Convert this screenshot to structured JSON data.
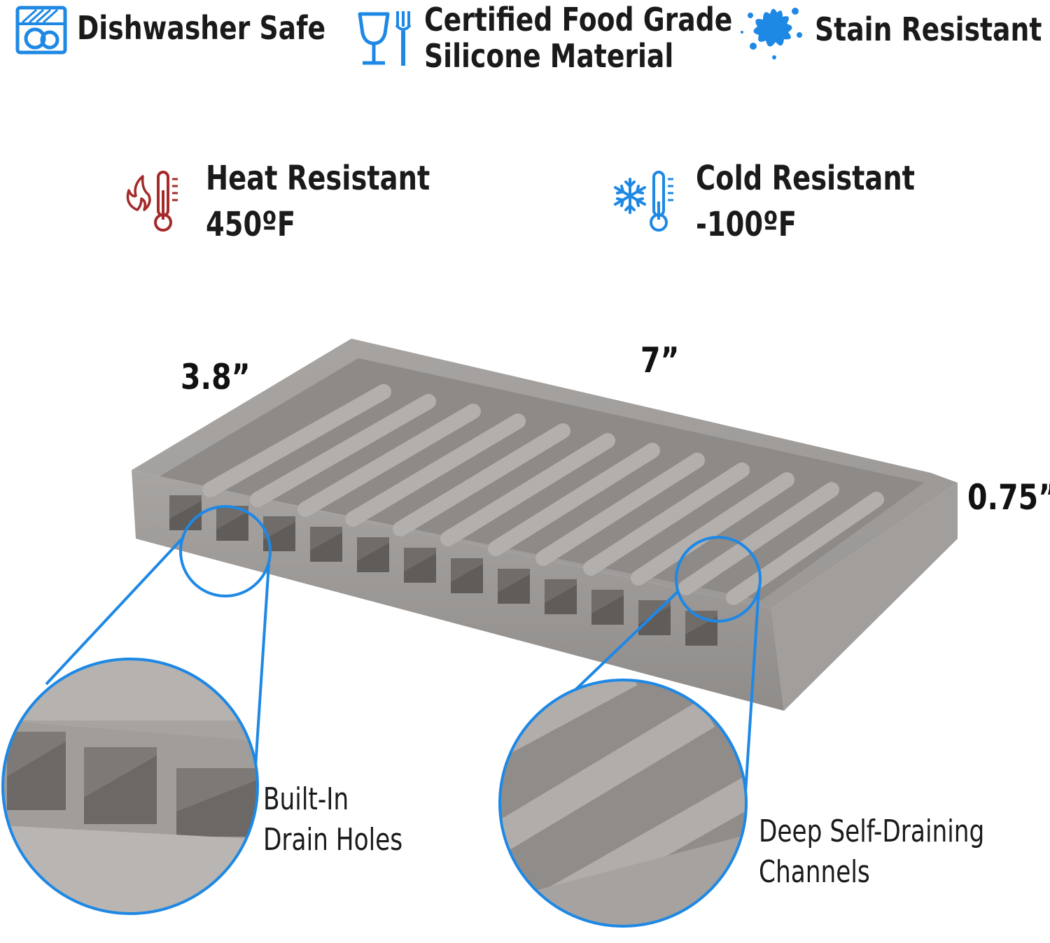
{
  "features_top": [
    {
      "icon": "dishwasher-icon",
      "lines": [
        "Dishwasher Safe"
      ]
    },
    {
      "icon": "food-grade-icon",
      "lines": [
        "Certified Food Grade",
        "Silicone Material"
      ]
    },
    {
      "icon": "splash-icon",
      "lines": [
        "Stain Resistant"
      ]
    }
  ],
  "features_mid": [
    {
      "icon": "hot-thermometer-icon",
      "lines": [
        "Heat Resistant",
        "450ºF"
      ]
    },
    {
      "icon": "cold-thermometer-icon",
      "lines": [
        "Cold Resistant",
        "-100ºF"
      ]
    }
  ],
  "dimensions": {
    "width": "3.8”",
    "length": "7”",
    "height": "0.75”"
  },
  "callouts": {
    "drain_holes": [
      "Built-In",
      "Drain Holes"
    ],
    "channels": [
      "Deep Self-Draining",
      "Channels"
    ]
  },
  "colors": {
    "accent_blue": "#1e88e5",
    "heat_red": "#a52a2a",
    "silicone_gray": "#9e9b99"
  }
}
